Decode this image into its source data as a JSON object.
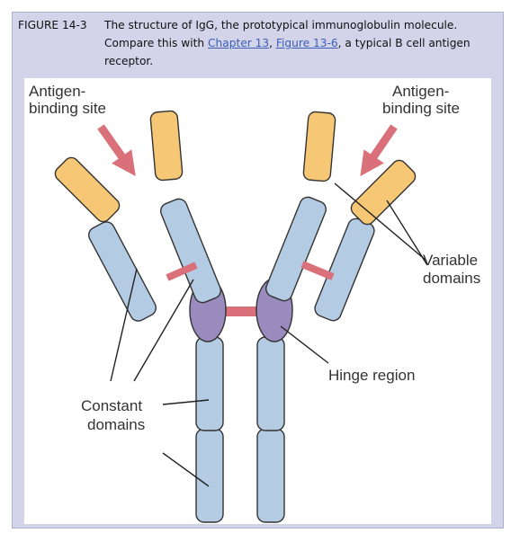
{
  "caption": {
    "figure_label": "FIGURE 14-3",
    "text_before": "The structure of IgG, the prototypical immunoglobulin molecule. Compare this with ",
    "link1": "Chapter 13",
    "sep": ", ",
    "link2": "Figure 13-6",
    "text_after": ", a typical B cell antigen receptor."
  },
  "labels": {
    "antigen_left_line1": "Antigen-",
    "antigen_left_line2": "binding site",
    "antigen_right_line1": "Antigen-",
    "antigen_right_line2": "binding site",
    "variable_line1": "Variable",
    "variable_line2": "domains",
    "hinge": "Hinge region",
    "constant_line1": "Constant",
    "constant_line2": "domains"
  },
  "colors": {
    "panel_bg": "#d3d3ea",
    "variable_domain": "#f6c774",
    "constant_domain": "#b4cbe4",
    "hinge_domain": "#9a8bbf",
    "disulfide_bond": "#d9707a",
    "arrow": "#d9707a",
    "link": "#3b5fb7"
  }
}
